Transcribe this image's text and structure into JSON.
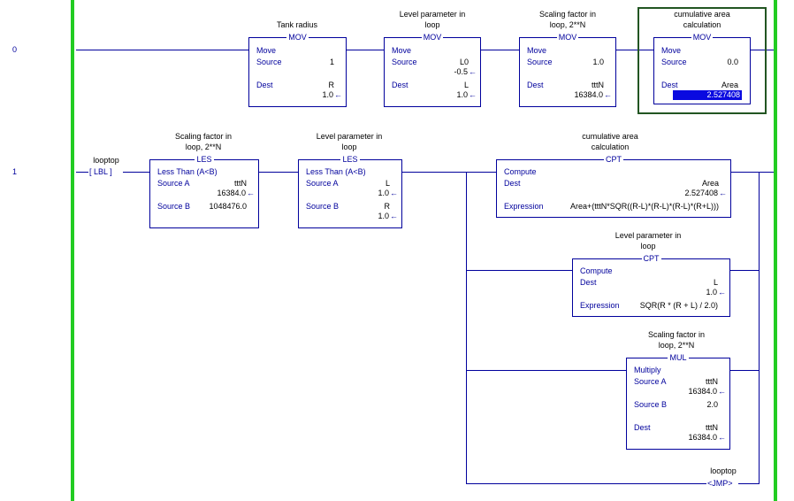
{
  "rungs": {
    "r0": {
      "number": "0"
    },
    "r1": {
      "number": "1"
    }
  },
  "mov1": {
    "caption": "Tank radius",
    "title": "MOV",
    "op": "Move",
    "src_label": "Source",
    "src_val": "1",
    "dest_label": "Dest",
    "dest_tag": "R",
    "dest_val": "1.0"
  },
  "mov2": {
    "caption": "Level parameter in\nloop",
    "title": "MOV",
    "op": "Move",
    "src_label": "Source",
    "src_tag": "L0",
    "src_val": "-0.5",
    "dest_label": "Dest",
    "dest_tag": "L",
    "dest_val": "1.0"
  },
  "mov3": {
    "caption": "Scaling factor in\nloop, 2**N",
    "title": "MOV",
    "op": "Move",
    "src_label": "Source",
    "src_val": "1.0",
    "dest_label": "Dest",
    "dest_tag": "tttN",
    "dest_val": "16384.0"
  },
  "mov4": {
    "caption": "cumulative area\ncalculation",
    "title": "MOV",
    "op": "Move",
    "src_label": "Source",
    "src_val": "0.0",
    "dest_label": "Dest",
    "dest_tag": "Area",
    "dest_val": "2.527408"
  },
  "lbl": {
    "caption": "looptop",
    "text": "LBL"
  },
  "les1": {
    "caption": "Scaling factor in\nloop, 2**N",
    "title": "LES",
    "op": "Less Than (A<B)",
    "a_label": "Source A",
    "a_tag": "tttN",
    "a_val": "16384.0",
    "b_label": "Source B",
    "b_val": "1048476.0"
  },
  "les2": {
    "caption": "Level parameter in\nloop",
    "title": "LES",
    "op": "Less Than (A<B)",
    "a_label": "Source A",
    "a_tag": "L",
    "a_val": "1.0",
    "b_label": "Source B",
    "b_tag": "R",
    "b_val": "1.0"
  },
  "cpt1": {
    "caption": "cumulative area\ncalculation",
    "title": "CPT",
    "op": "Compute",
    "dest_label": "Dest",
    "dest_tag": "Area",
    "dest_val": "2.527408",
    "expr_label": "Expression",
    "expr": "Area+(tttN*SQR((R-L)*(R-L)*(R-L)*(R+L)))"
  },
  "cpt2": {
    "caption": "Level parameter in\nloop",
    "title": "CPT",
    "op": "Compute",
    "dest_label": "Dest",
    "dest_tag": "L",
    "dest_val": "1.0",
    "expr_label": "Expression",
    "expr": "SQR(R * (R + L) / 2.0)"
  },
  "mul": {
    "caption": "Scaling factor in\nloop, 2**N",
    "title": "MUL",
    "op": "Multiply",
    "a_label": "Source A",
    "a_tag": "tttN",
    "a_val": "16384.0",
    "b_label": "Source B",
    "b_val": "2.0",
    "dest_label": "Dest",
    "dest_tag": "tttN",
    "dest_val": "16384.0"
  },
  "jmp": {
    "caption": "looptop",
    "text": "JMP"
  },
  "colors": {
    "rail": "#22cc22",
    "wire": "#00009c",
    "highlight": "#0a0ae0",
    "selection": "#225522"
  }
}
